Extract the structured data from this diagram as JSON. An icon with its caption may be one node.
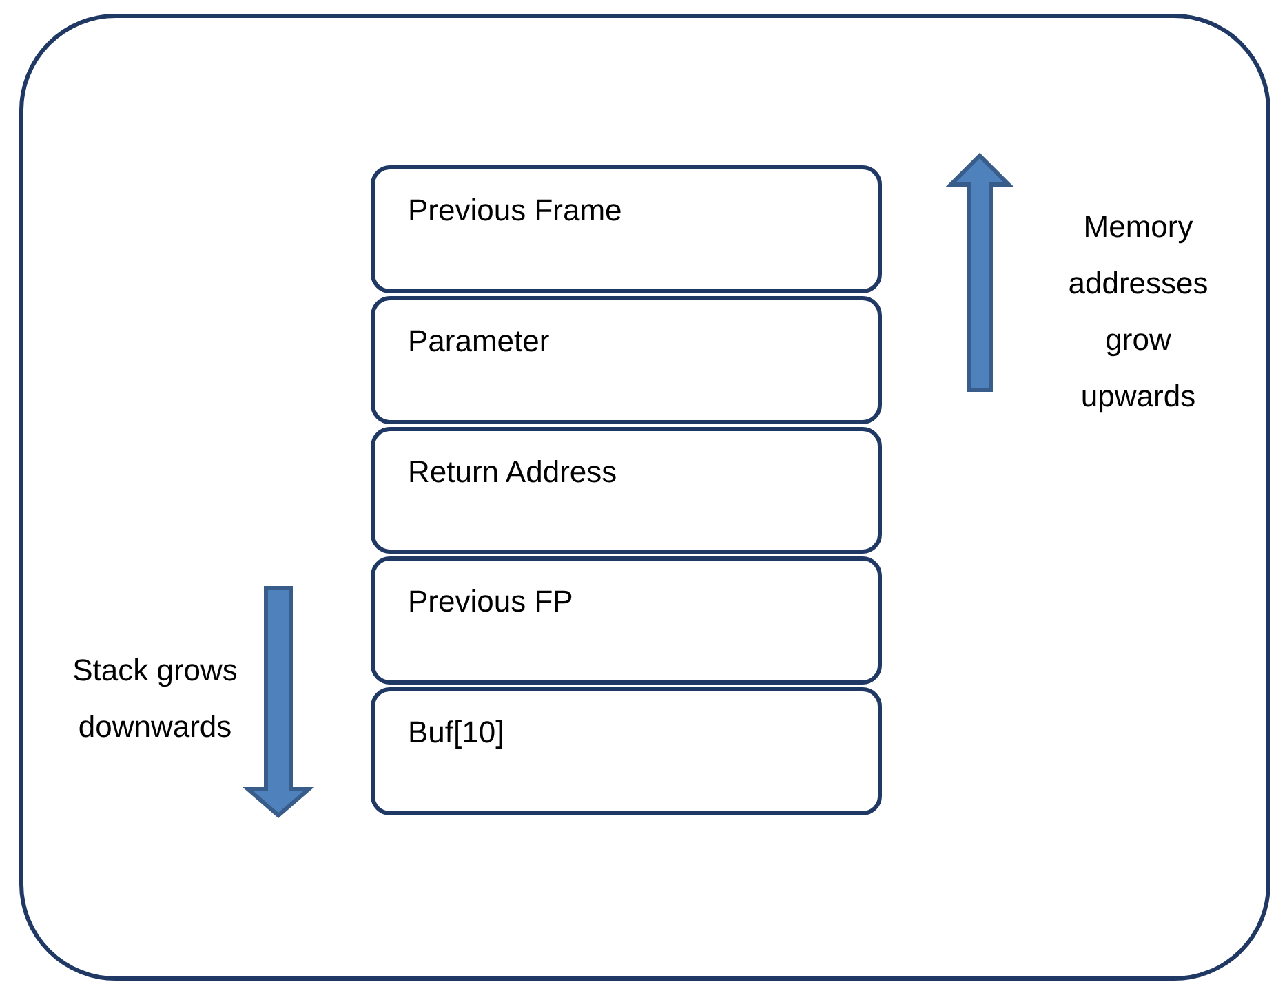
{
  "diagram": {
    "nodes": [
      {
        "text": [],
        "shape": "box"
      },
      {
        "text": [
          "Previous Frame"
        ],
        "in": 0
      },
      {
        "text": [
          "Parameter"
        ],
        "in": 0
      },
      {
        "text": [
          "Return Address"
        ],
        "in": 0
      },
      {
        "text": [
          "Previous FP"
        ],
        "in": 0
      },
      {
        "text": [
          "Buf[10]"
        ],
        "in": 0
      }
    ],
    "edges": [],
    "labels": [
      "Memory addresses grow upwards",
      "Stack grows downwards"
    ]
  }
}
